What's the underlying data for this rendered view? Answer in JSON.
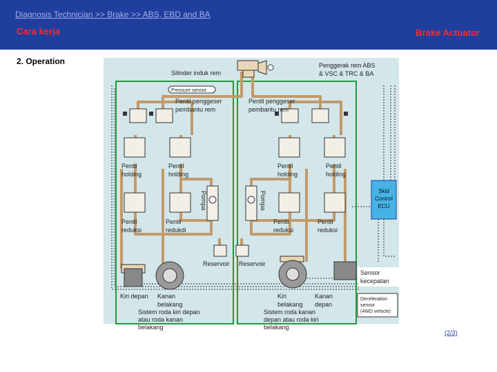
{
  "header": {
    "breadcrumb": "Diagnosis Technician >> Brake >> ABS, EBD and BA",
    "section": "Cara kerja",
    "title": "Brake Actuator"
  },
  "subtitle": "2. Operation",
  "diagram": {
    "master_cylinder": "Silinder induk rem",
    "actuator_label": [
      "Penggerak rem ABS",
      "& VSC & TRC & BA"
    ],
    "pressure_sensor": "Pressure sensor",
    "shift_valve_left": [
      "Pentil penggeser",
      "pembantu rem"
    ],
    "shift_valve_right": [
      "Pentil penggeser",
      "pembantu rem"
    ],
    "holding_valve_1": [
      "Pentil",
      "holding"
    ],
    "holding_valve_2": [
      "Pentil",
      "holding"
    ],
    "holding_valve_3": [
      "Pentil",
      "holding"
    ],
    "holding_valve_4": [
      "Pentil",
      "holding"
    ],
    "pump_left": "Pompa",
    "pump_right": "Pompa",
    "reduction_valve_1": [
      "Pentil",
      "reduksi"
    ],
    "reduction_valve_2": [
      "Pentil",
      "redukdi"
    ],
    "reduction_valve_3": [
      "Pentil",
      "reduksi"
    ],
    "reduction_valve_4": [
      "Pentil",
      "reduksi"
    ],
    "reservoir_left": "Reservoir",
    "reservoir_right": "Reservoir",
    "skid_ecu": [
      "Skid",
      "Control",
      "ECU"
    ],
    "speed_sensor": [
      "Sensor",
      "kecepatan"
    ],
    "decel_sensor": [
      "Deceleration",
      "sensor",
      "(4WD vehicle)"
    ],
    "wheel_front_left": "Kiri depan",
    "wheel_front_right": [
      "Kanan",
      "belakang"
    ],
    "wheel_rear_left": [
      "Kiri",
      "belakang"
    ],
    "wheel_rear_right": [
      "Kanan",
      "depan"
    ],
    "system_left": [
      "Sistem roda kiri depan",
      "atau roda kanan",
      "belakang"
    ],
    "system_right": [
      "Sistem roda kanan",
      "depan atau roda kiri",
      "belakang"
    ]
  },
  "pager": "(2/3)",
  "colors": {
    "header_bg": "#1f3e9e",
    "accent_red": "#ff2a2a",
    "diagram_bg": "#d3e6e9",
    "circuit_green": "#1f9a3c",
    "brake_pipe": "#c29a6a",
    "ecu_bg": "#46b2e6"
  }
}
